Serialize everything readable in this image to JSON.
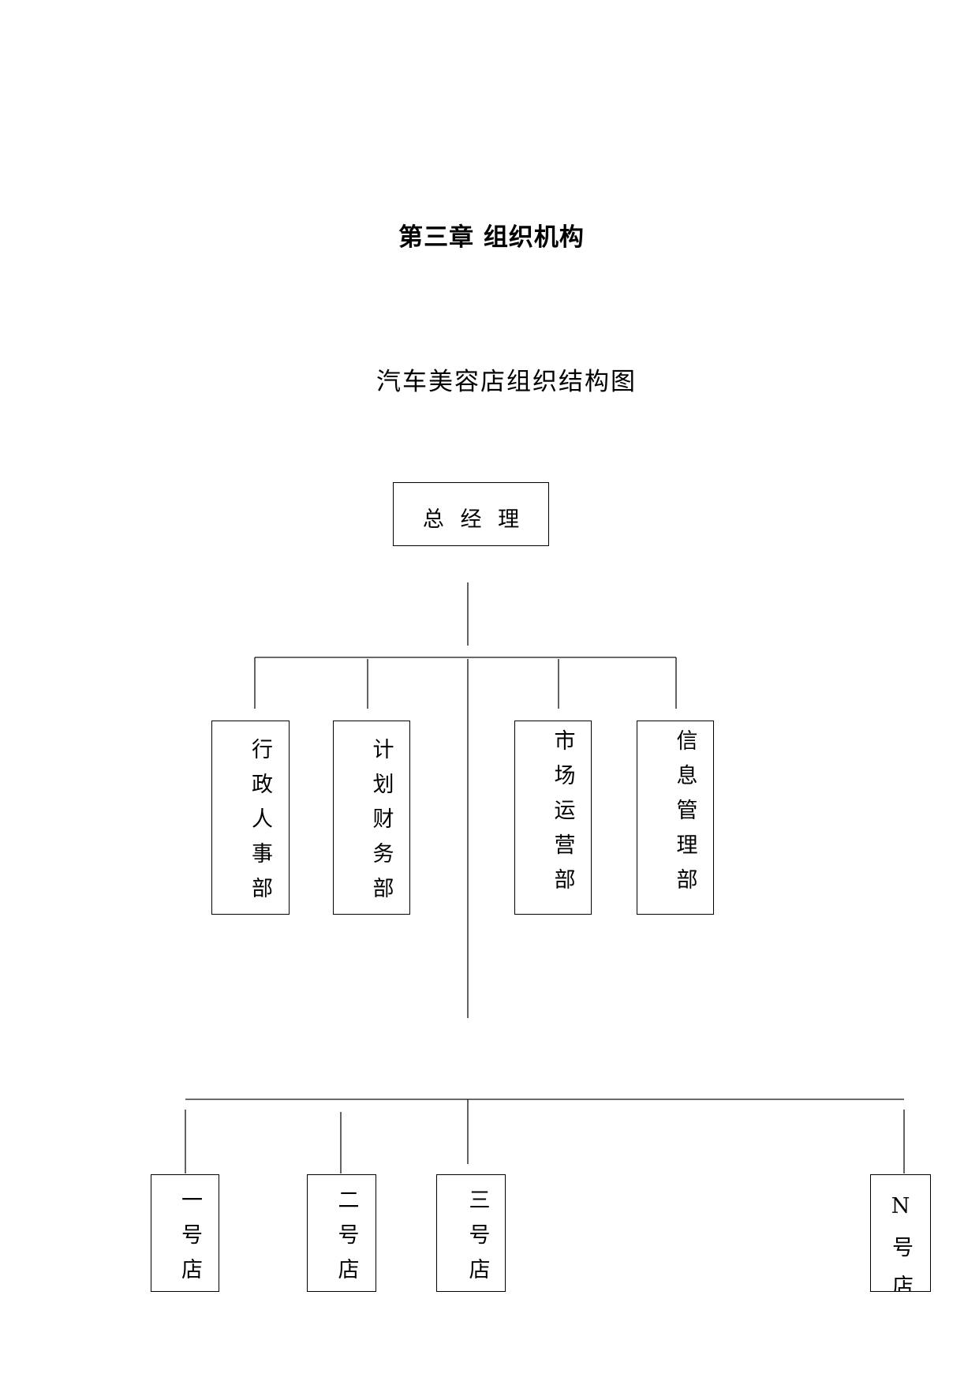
{
  "page": {
    "title": "第三章 组织机构"
  },
  "diagram": {
    "title": "汽车美容店组织结构图",
    "root": {
      "label": "总 经 理"
    },
    "departments": [
      {
        "label": "行政人事部"
      },
      {
        "label": "计划财务部"
      },
      {
        "label": "市场运营部"
      },
      {
        "label": "信息管理部"
      }
    ],
    "stores": [
      {
        "label": "一号店"
      },
      {
        "label": "二号店"
      },
      {
        "label": "三号店"
      },
      {
        "label": "N号店"
      }
    ]
  }
}
